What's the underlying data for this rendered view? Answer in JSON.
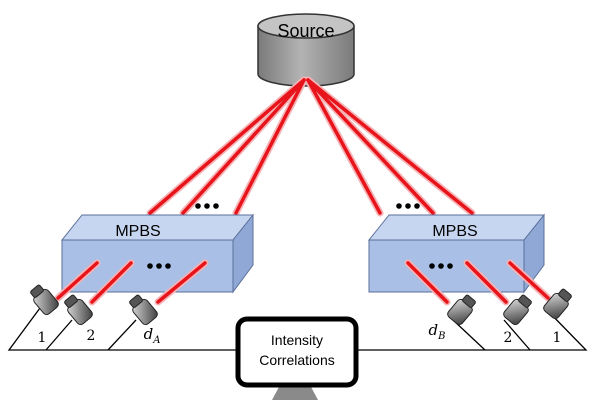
{
  "source": {
    "label": "Source"
  },
  "splitter_a": {
    "label": "MPBS"
  },
  "splitter_b": {
    "label": "MPBS"
  },
  "detectors_a": {
    "labels": [
      "1",
      "2"
    ],
    "last_label": "d",
    "last_sub": "A"
  },
  "detectors_b": {
    "labels": [
      "2",
      "1"
    ],
    "first_label": "d",
    "first_sub": "B"
  },
  "correlator": {
    "line1": "Intensity",
    "line2": "Correlations"
  },
  "colors": {
    "beam": "#e8141b",
    "beam_glow": "#f7b0b3",
    "splitter_face": "#a9bfe5",
    "splitter_top": "#c7d6f0",
    "splitter_side": "#8fa8d6",
    "source": "#8c8c8c",
    "source_top": "#c4c4c4",
    "monitor_stand": "#8a8a8a"
  }
}
